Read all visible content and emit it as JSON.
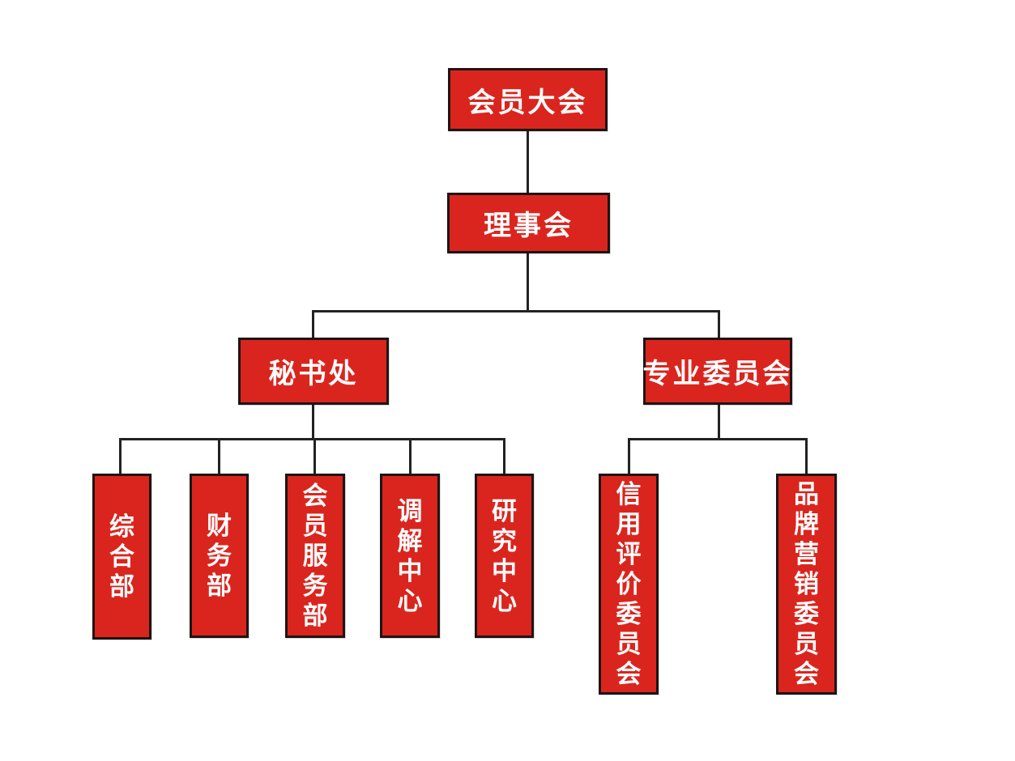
{
  "diagram": {
    "type": "org-chart",
    "nodes": {
      "general_assembly": {
        "label": "会员大会"
      },
      "council": {
        "label": "理事会"
      },
      "secretariat": {
        "label": "秘书处"
      },
      "professional_committee": {
        "label": "专业委员会"
      },
      "dept_general": {
        "label": "综合部"
      },
      "dept_finance": {
        "label": "财务部"
      },
      "dept_member_service": {
        "label": "会员服务部"
      },
      "mediation_center": {
        "label": "调解中心"
      },
      "research_center": {
        "label": "研究中心"
      },
      "credit_evaluation_committee": {
        "label": "信用评价委员会"
      },
      "brand_marketing_committee": {
        "label": "品牌营销委员会"
      }
    },
    "edges": [
      [
        "general_assembly",
        "council"
      ],
      [
        "council",
        "secretariat"
      ],
      [
        "council",
        "professional_committee"
      ],
      [
        "secretariat",
        "dept_general"
      ],
      [
        "secretariat",
        "dept_finance"
      ],
      [
        "secretariat",
        "dept_member_service"
      ],
      [
        "secretariat",
        "mediation_center"
      ],
      [
        "secretariat",
        "research_center"
      ],
      [
        "professional_committee",
        "credit_evaluation_committee"
      ],
      [
        "professional_committee",
        "brand_marketing_committee"
      ]
    ],
    "colors": {
      "box_fill": "#da251e",
      "box_border": "#1e1414",
      "line": "#222222",
      "text": "#ffffff",
      "background": "#ffffff"
    }
  }
}
